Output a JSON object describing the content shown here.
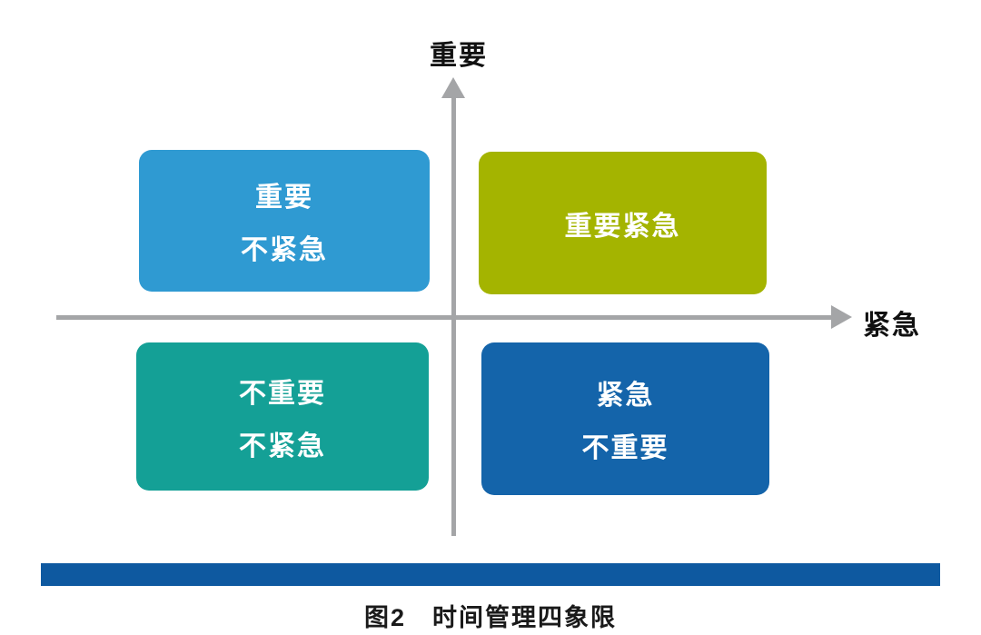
{
  "diagram": {
    "caption": "图2　时间管理四象限",
    "y_axis_label": "重要",
    "x_axis_label": "紧急",
    "quadrants": [
      {
        "name": "important-not-urgent",
        "lines": [
          "重要",
          "不紧急"
        ],
        "color": "#2f9ad2",
        "shadow_color": "#2580b3"
      },
      {
        "name": "important-urgent",
        "lines": [
          "重要紧急"
        ],
        "color": "#a4b400",
        "shadow_color": "#8a9900"
      },
      {
        "name": "not-important-not-urgent",
        "lines": [
          "不重要",
          "不紧急"
        ],
        "color": "#14a096",
        "shadow_color": "#0e867d"
      },
      {
        "name": "urgent-not-important",
        "lines": [
          "紧急",
          "不重要"
        ],
        "color": "#1464aa",
        "shadow_color": "#0d508c"
      }
    ],
    "colors": {
      "axis": "#a4a5a7",
      "bottom_bar": "#0e59a0",
      "quadrant_text": "#ffffff",
      "caption_text": "#1a1a1a"
    }
  }
}
